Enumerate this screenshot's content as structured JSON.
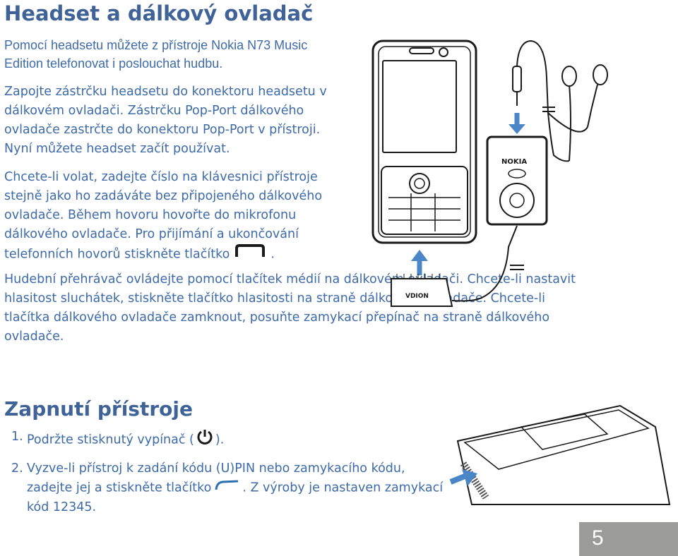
{
  "title": "Headset a dálkový ovladač",
  "paragraphs": {
    "p1": "Pomocí headsetu můžete z přístroje Nokia N73 Music Edition telefonovat i poslouchat hudbu.",
    "p2": "Zapojte zástrčku headsetu do konektoru headsetu v dálkovém ovladači. Zástrčku Pop-Port dálkového ovladače zastrčte do konektoru Pop-Port v přístroji. Nyní můžete headset začít používat.",
    "p3_before": "Chcete-li volat, zadejte číslo na klávesnici přístroje stejně jako ho zadáváte bez připojeného dálkového ovladače. Během hovoru hovořte do mikrofonu dálkového ovladače. Pro přijímání a ukončování telefonních hovorů stiskněte tlačítko",
    "p3_after": ".",
    "p4": "Hudební přehrávač ovládejte pomocí tlačítek médií na dálkovém ovladači. Chcete-li nastavit hlasitost sluchátek, stiskněte tlačítko hlasitosti na straně dálkového ovladače. Chcete-li tlačítka dálkového ovladače zamknout, posuňte zamykací přepínač na straně dálkového ovladače."
  },
  "section2_title": "Zapnutí přístroje",
  "steps": [
    {
      "num": "1.",
      "before": "Podržte stisknutý vypínač (",
      "after": ")."
    },
    {
      "num": "2.",
      "before": "Vyzve-li přístroj k zadání kódu (U)PIN nebo zamykacího kódu, zadejte jej a stiskněte tlačítko",
      "after": ". Z výroby je nastaven zamykací kód 12345."
    }
  ],
  "illustration": {
    "remote_brand": "NOKIA",
    "connector_label": "VDION"
  },
  "page_number": "5",
  "colors": {
    "text": "#3d6aa8",
    "heading": "#3f6397",
    "arrow": "#4a86c8",
    "page_box": "#9b9b99"
  }
}
